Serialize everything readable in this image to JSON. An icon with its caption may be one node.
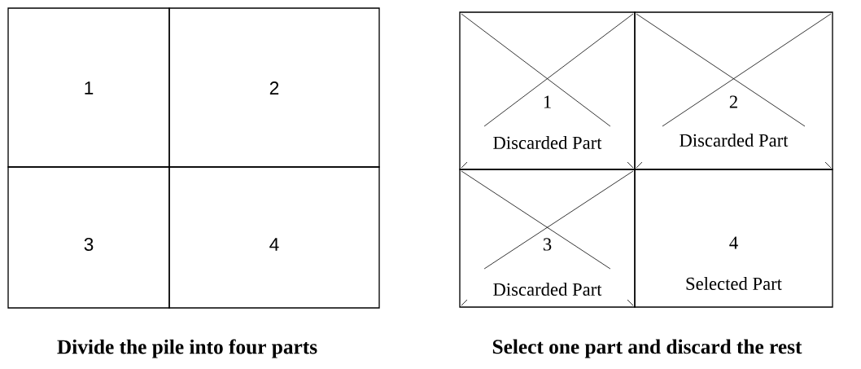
{
  "diagram": {
    "nodes": [
      {
        "text": [
          "1"
        ]
      },
      {
        "text": [
          "2"
        ]
      },
      {
        "text": [
          "3"
        ]
      },
      {
        "text": [
          "4"
        ]
      },
      {
        "text": [
          "1",
          "Discarded Part"
        ]
      },
      {
        "text": [
          "2",
          "Discarded Part"
        ]
      },
      {
        "text": [
          "3",
          "Discarded Part"
        ]
      },
      {
        "text": [
          "4",
          "Selected Part"
        ]
      }
    ],
    "labels": [
      "Divide the pile into four parts",
      "Select one part and discard the rest"
    ]
  }
}
